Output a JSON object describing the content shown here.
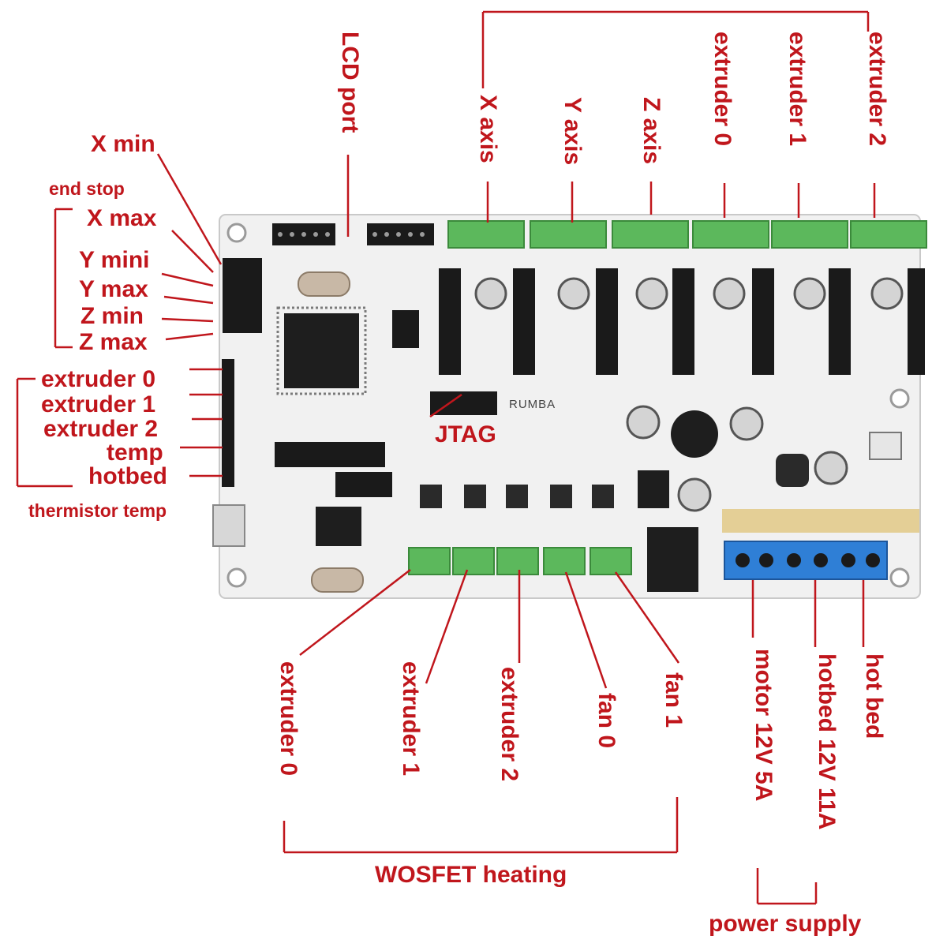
{
  "labels": {
    "lcd_port": "LCD port",
    "x_axis": "X axis",
    "y_axis": "Y axis",
    "z_axis": "Z axis",
    "extruder_0_motor": "extruder 0",
    "extruder_1_motor": "extruder 1",
    "extruder_2_motor": "extruder 2",
    "x_min": "X min",
    "end_stop": "end stop",
    "x_max": "X max",
    "y_mini": "Y mini",
    "y_max": "Y max",
    "z_min": "Z min",
    "z_max": "Z max",
    "therm_extruder_0": "extruder 0",
    "therm_extruder_1": "extruder 1",
    "therm_extruder_2": "extruder 2",
    "temp": "temp",
    "hotbed": "hotbed",
    "thermistor_temp": "thermistor temp",
    "jtag": "JTAG",
    "heat_extruder_0": "extruder 0",
    "heat_extruder_1": "extruder 1",
    "heat_extruder_2": "extruder 2",
    "fan_0": "fan 0",
    "fan_1": "fan 1",
    "wosfet_heating": "WOSFET heating",
    "motor_power": "motor 12V 5A",
    "hotbed_power": "hotbed 12V 11A",
    "hot_bed": "hot bed",
    "power_supply": "power supply"
  },
  "board": {
    "name": "RUMBA"
  },
  "colors": {
    "label": "#c0161c",
    "board": "#f2f2f2",
    "terminal_green": "#5cb85c",
    "terminal_blue": "#2f7fd6",
    "header_black": "#1a1a1a"
  }
}
